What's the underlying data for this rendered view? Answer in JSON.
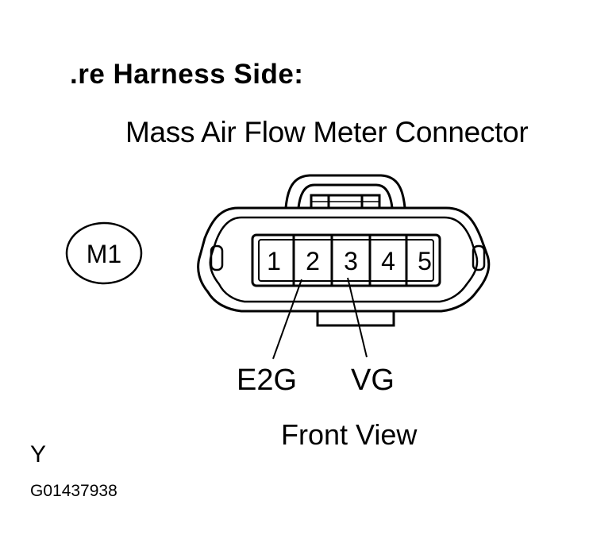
{
  "heading": ".re Harness Side:",
  "connector": {
    "name": "Mass Air Flow Meter Connector",
    "id_badge": "M1",
    "pins": [
      {
        "number": "1"
      },
      {
        "number": "2"
      },
      {
        "number": "3"
      },
      {
        "number": "4"
      },
      {
        "number": "5"
      }
    ]
  },
  "callouts": {
    "e2g": "E2G",
    "vg": "VG"
  },
  "view_label": "Front View",
  "region_code": "Y",
  "figure_id": "G01437938"
}
